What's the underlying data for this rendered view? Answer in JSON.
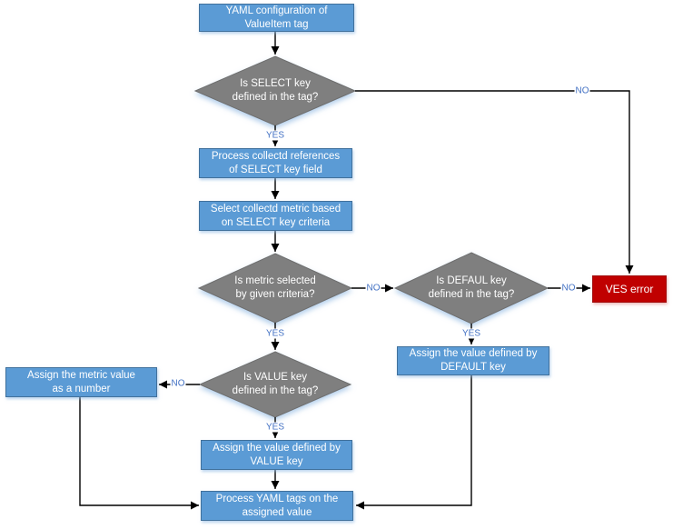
{
  "colors": {
    "process_fill": "#5B9BD5",
    "process_border": "#41719C",
    "decision_fill": "#7F7F7F",
    "decision_border": "#6E6E6E",
    "error_fill": "#C00000",
    "error_border": "#A01010",
    "edge_label": "#4472C4",
    "edge_line": "#000000",
    "node_text": "#FFFFFF",
    "canvas_bg": "#FFFFFF"
  },
  "labels": {
    "yes": "YES",
    "no": "NO"
  },
  "nodes": {
    "yaml_config": {
      "type": "process",
      "text": "YAML configuration of\nValueItem tag"
    },
    "select_key_decision": {
      "type": "decision",
      "text": "Is SELECT key\ndefined in the tag?"
    },
    "process_references": {
      "type": "process",
      "text": "Process collectd references\nof SELECT key field"
    },
    "select_metric": {
      "type": "process",
      "text": "Select collectd metric based\non SELECT key criteria"
    },
    "metric_selected_decision": {
      "type": "decision",
      "text": "Is metric selected\nby given criteria?"
    },
    "default_key_decision": {
      "type": "decision",
      "text": "Is DEFAUL key\ndefined in the tag?"
    },
    "ves_error": {
      "type": "error",
      "text": "VES error"
    },
    "assign_default": {
      "type": "process",
      "text": "Assign the value defined by\nDEFAULT key"
    },
    "value_key_decision": {
      "type": "decision",
      "text": "Is VALUE key\ndefined in the tag?"
    },
    "assign_metric_number": {
      "type": "process",
      "text": "Assign the metric value\nas a number"
    },
    "assign_value": {
      "type": "process",
      "text": "Assign the value defined by\nVALUE key"
    },
    "process_yaml_tags": {
      "type": "process",
      "text": "Process YAML tags on the\nassigned value"
    }
  },
  "edges": [
    {
      "from": "yaml_config",
      "to": "select_key_decision",
      "label": ""
    },
    {
      "from": "select_key_decision",
      "to": "process_references",
      "label": "YES"
    },
    {
      "from": "select_key_decision",
      "to": "ves_error",
      "label": "NO"
    },
    {
      "from": "process_references",
      "to": "select_metric",
      "label": ""
    },
    {
      "from": "select_metric",
      "to": "metric_selected_decision",
      "label": ""
    },
    {
      "from": "metric_selected_decision",
      "to": "value_key_decision",
      "label": "YES"
    },
    {
      "from": "metric_selected_decision",
      "to": "default_key_decision",
      "label": "NO"
    },
    {
      "from": "default_key_decision",
      "to": "assign_default",
      "label": "YES"
    },
    {
      "from": "default_key_decision",
      "to": "ves_error",
      "label": "NO"
    },
    {
      "from": "value_key_decision",
      "to": "assign_value",
      "label": "YES"
    },
    {
      "from": "value_key_decision",
      "to": "assign_metric_number",
      "label": "NO"
    },
    {
      "from": "assign_value",
      "to": "process_yaml_tags",
      "label": ""
    },
    {
      "from": "assign_metric_number",
      "to": "process_yaml_tags",
      "label": ""
    },
    {
      "from": "assign_default",
      "to": "process_yaml_tags",
      "label": ""
    }
  ]
}
